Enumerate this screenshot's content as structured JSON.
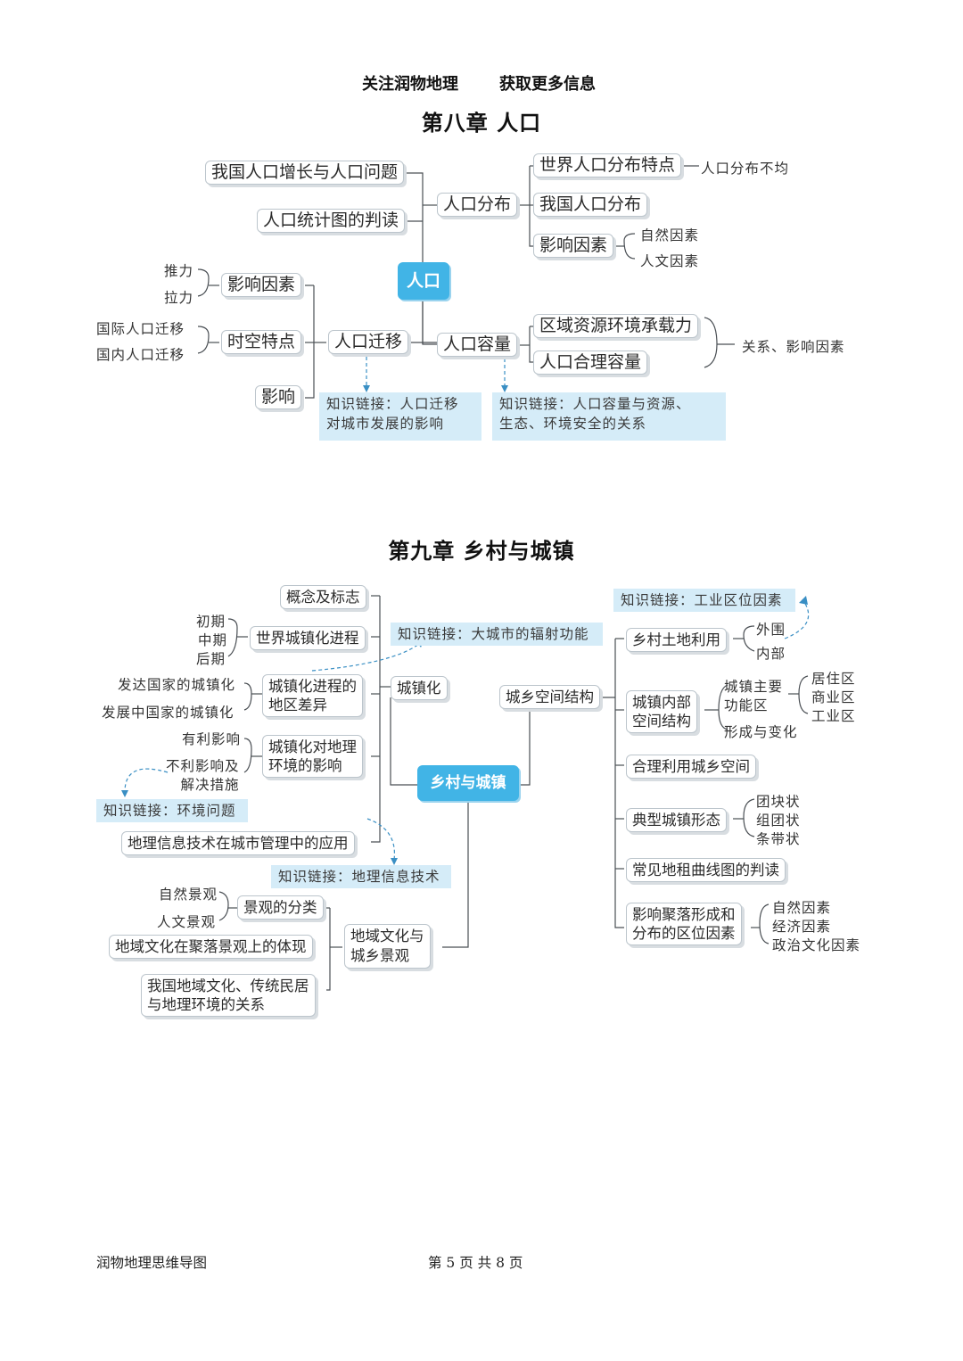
{
  "header": {
    "left": "关注润物地理",
    "right": "获取更多信息"
  },
  "ch8": {
    "title": "第八章  人口",
    "center": "人口",
    "n_growth": "我国人口增长与人口问题",
    "n_chart": "人口统计图的判读",
    "n_dist": "人口分布",
    "n_world": "世界人口分布特点",
    "t_uneven": "人口分布不均",
    "n_china": "我国人口分布",
    "n_factor": "影响因素",
    "t_nat": "自然因素",
    "t_hum": "人文因素",
    "n_migfac": "影响因素",
    "t_push": "推力",
    "t_pull": "拉力",
    "n_spacetime": "时空特点",
    "t_intl": "国际人口迁移",
    "t_dom": "国内人口迁移",
    "n_effect": "影响",
    "n_mig": "人口迁移",
    "n_cap": "人口容量",
    "n_carry": "区域资源环境承载力",
    "n_reason": "人口合理容量",
    "t_rel": "关系、影响因素",
    "link1": "知识链接：人口迁移\n对城市发展的影响",
    "link2": "知识链接：人口容量与资源、\n生态、环境安全的关系"
  },
  "ch9": {
    "title": "第九章  乡村与城镇",
    "center": "乡村与城镇",
    "n_concept": "概念及标志",
    "n_worldurb": "世界城镇化进程",
    "t_early": "初期",
    "t_mid": "中期",
    "t_late": "后期",
    "n_diff": "城镇化进程的\n地区差异",
    "t_dev": "发达国家的城镇化",
    "t_deving": "发展中国家的城镇化",
    "n_envimpact": "城镇化对地理\n环境的影响",
    "t_good": "有利影响",
    "t_bad": "不利影响及\n解决措施",
    "link_env": "知识链接：环境问题",
    "n_gis": "地理信息技术在城市管理中的应用",
    "link_gis": "知识链接：地理信息技术",
    "link_radiate": "知识链接：大城市的辐射功能",
    "n_urb": "城镇化",
    "n_struct": "城乡空间结构",
    "link_industry": "知识链接：工业区位因素",
    "n_rural": "乡村土地利用",
    "t_outer": "外围",
    "t_inner": "内部",
    "n_inner": "城镇内部\n空间结构",
    "t_main": "城镇主要\n功能区",
    "t_form": "形成与变化",
    "t_res": "居住区",
    "t_com": "商业区",
    "t_ind": "工业区",
    "n_rational": "合理利用城乡空间",
    "n_typical": "典型城镇形态",
    "t_block": "团块状",
    "t_cluster": "组团状",
    "t_strip": "条带状",
    "n_rent": "常见地租曲线图的判读",
    "n_settle": "影响聚落形成和\n分布的区位因素",
    "t_nat2": "自然因素",
    "t_eco": "经济因素",
    "t_pol": "政治文化因素",
    "n_landclass": "景观的分类",
    "t_natland": "自然景观",
    "t_humland": "人文景观",
    "n_culture": "地域文化与\n城乡景观",
    "n_cultsettle": "地域文化在聚落景观上的体现",
    "n_tradition": "我国地域文化、传统民居\n与地理环境的关系"
  },
  "footer": {
    "left": "润物地理思维导图",
    "page": "第 5 页 共 8 页"
  }
}
